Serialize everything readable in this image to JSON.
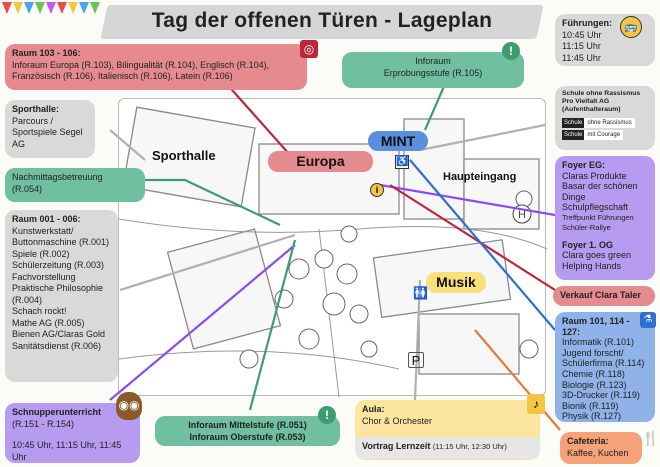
{
  "title": "Tag der offenen Türen - Lageplan",
  "boxes": {
    "raum103": {
      "heading": "Raum 103 - 106:",
      "text": "Inforaum Europa (R.103), Bilingualität (R.104), Englisch (R.104), Französisch (R.106), Italienisch (R.106), Latein (R.106)"
    },
    "inforaum_ep": {
      "heading": "Inforaum",
      "text": "Erprobungsstufe (R.105)"
    },
    "fuehrungen": {
      "heading": "Führungen:",
      "times": [
        "10:45 Uhr",
        "11:15 Uhr",
        "11:45 Uhr"
      ]
    },
    "sporthalle": {
      "heading": "Sporthalle:",
      "text": "Parcours / Sportspiele Segel AG"
    },
    "schule_ohne": {
      "text": "Schule ohne Rassismus Pro Vielfalt AG (Aufenthalteraum)",
      "logo_top": "ohne Rassismus",
      "logo_bottom": "mit Courage",
      "logo_word": "Schule"
    },
    "nachmittag": {
      "heading": "Nachmittagsbetreuung",
      "text": "(R.054)"
    },
    "raum001": {
      "heading": "Raum 001 - 006:",
      "items": [
        "Kunstwerkstatt/ Buttonmaschine (R.001)",
        "Spiele (R.002)",
        "Schülerzeitung (R.003)",
        "Fachvorstellung Praktische Philosophie (R.004)",
        "Schach rockt!",
        "Mathe AG (R.005)",
        "Bienen AG/Claras Gold",
        "Sanitätsdienst (R.006)"
      ]
    },
    "foyer": {
      "heading": "Foyer EG:",
      "items": [
        "Claras Produkte",
        "Basar der schönen Dinge",
        "Schulpflegschaft"
      ],
      "small": [
        "Treffpunkt Führungen",
        "Schüler-Rallye"
      ],
      "heading2": "Foyer 1. OG",
      "items2": [
        "Clara goes green",
        "Helping Hands"
      ]
    },
    "verkauf": {
      "heading": "Verkauf Clara Taler"
    },
    "raum101": {
      "heading": "Raum 101, 114 - 127:",
      "items": [
        "Informatik (R.101)",
        "Jugend forscht/ Schülerfirma (R.114)",
        "Chemie (R.118)",
        "Biologie (R.123)",
        "3D-Drucker (R.119)",
        "Bionik (R.119)",
        "Physik (R.127)"
      ]
    },
    "schnupper": {
      "heading": "Schnupperunterricht",
      "text": "(R.151 - R.154)",
      "times": "10:45 Uhr, 11:15 Uhr, 11:45 Uhr"
    },
    "mittelstufe": {
      "line1": "Inforaum Mittelstufe (R.051)",
      "line2": "Inforaum Oberstufe (R.053)"
    },
    "aula": {
      "heading": "Aula:",
      "text": "Chor & Orchester"
    },
    "vortrag": {
      "text": "Vortrag Lernzeit",
      "small": "(11:15 Uhr, 12:30 Uhr)"
    },
    "cafeteria": {
      "heading": "Cafeteria:",
      "text": "Kaffee, Kuchen"
    }
  },
  "map_labels": {
    "sporthalle": "Sporthalle",
    "europa": "Europa",
    "mint": "MINT",
    "haupteingang": "Haupteingang",
    "musik": "Musik",
    "parking": "P"
  },
  "colors": {
    "red_line": "#c0263a",
    "blue_line": "#2e6fd6",
    "purple_line": "#8a4bef",
    "green_line": "#3e9d6e",
    "gray_line": "#b0b0b0",
    "europa_pill": "#e58a8e",
    "mint_pill": "#5a8fe0",
    "musik_pill": "#f8e07a"
  },
  "icons": [
    "bunting-icon",
    "globe-icon",
    "exclamation-icon",
    "bus-stop-icon",
    "wheelchair-icon",
    "restroom-icon",
    "info-icon",
    "owl-icon",
    "music-note-icon",
    "cutlery-icon",
    "flask-icon",
    "helipad-icon"
  ]
}
